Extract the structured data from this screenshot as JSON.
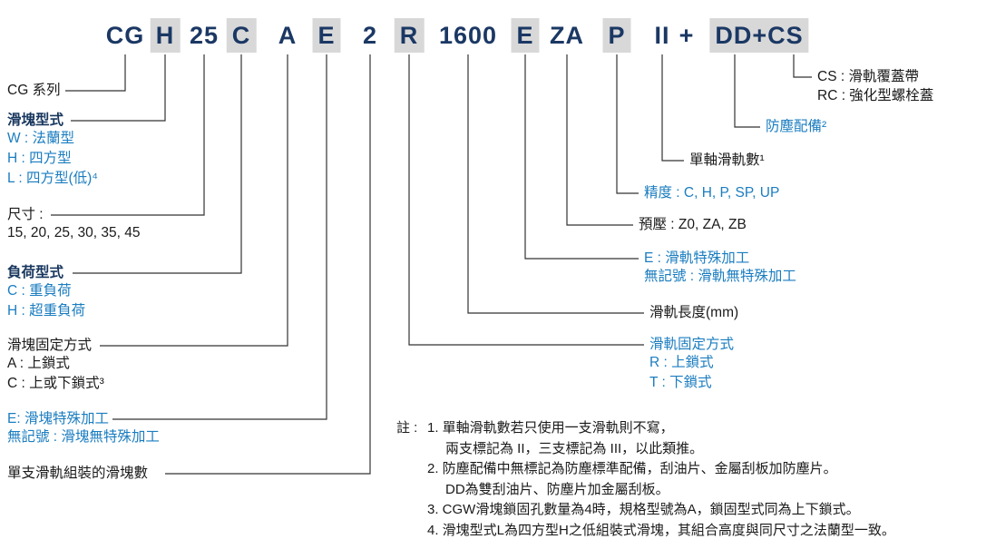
{
  "palette": {
    "code_text": "#1b3864",
    "highlight_bg": "#d8d8d8",
    "label_black": "#1a1a1a",
    "label_navy": "#17365d",
    "label_blue": "#1b7dc0",
    "line_color": "#333333"
  },
  "code": {
    "segments": [
      {
        "text": "CG",
        "highlight": false
      },
      {
        "text": "H",
        "highlight": true
      },
      {
        "text": "25",
        "highlight": false
      },
      {
        "text": "C",
        "highlight": true
      },
      {
        "text": "A",
        "highlight": false
      },
      {
        "text": "E",
        "highlight": true
      },
      {
        "text": "2",
        "highlight": false
      },
      {
        "text": "R",
        "highlight": true
      },
      {
        "text": "1600",
        "highlight": false
      },
      {
        "text": "E",
        "highlight": true
      },
      {
        "text": "ZA",
        "highlight": false
      },
      {
        "text": "P",
        "highlight": true
      },
      {
        "text": "II",
        "highlight": false
      },
      {
        "text": "+",
        "highlight": false
      },
      {
        "text": "DD+CS",
        "highlight": true
      }
    ]
  },
  "callouts": {
    "series": {
      "label": "CG 系列"
    },
    "block_type": {
      "title": "滑塊型式",
      "options": [
        "W : 法蘭型",
        "H : 四方型",
        "L : 四方型(低)⁴"
      ]
    },
    "size": {
      "title": "尺寸 :",
      "values": "15, 20, 25, 30, 35, 45"
    },
    "load_type": {
      "title": "負荷型式",
      "options": [
        "C : 重負荷",
        "H : 超重負荷"
      ]
    },
    "block_mount": {
      "title": "滑塊固定方式",
      "options": [
        "A : 上鎖式",
        "C : 上或下鎖式³"
      ]
    },
    "block_special": {
      "line1": "E: 滑塊特殊加工",
      "line2": "無記號 : 滑塊無特殊加工"
    },
    "blocks_per_rail": {
      "label": "單支滑軌組裝的滑塊數"
    },
    "rail_mount": {
      "title": "滑軌固定方式",
      "options": [
        "R : 上鎖式",
        "T : 下鎖式"
      ]
    },
    "rail_length": {
      "label": "滑軌長度(mm)"
    },
    "rail_special": {
      "line1": "E : 滑軌特殊加工",
      "line2": "無記號 : 滑軌無特殊加工"
    },
    "preload": {
      "label": "預壓 : Z0, ZA, ZB"
    },
    "precision": {
      "label": "精度 : C, H, P, SP, UP"
    },
    "rails_per_axis": {
      "label": "單軸滑軌數¹"
    },
    "dust_proof": {
      "label": "防塵配備²"
    },
    "cover": {
      "line1": "CS : 滑軌覆蓋帶",
      "line2": "RC : 強化型螺栓蓋"
    }
  },
  "notes": {
    "prefix": "註 :",
    "items": [
      "1. 單軸滑軌數若只使用一支滑軌則不寫，",
      "兩支標記為 II，三支標記為 III，以此類推。",
      "2. 防塵配備中無標記為防塵標準配備，刮油片、金屬刮板加防塵片。",
      "DD為雙刮油片、防塵片加金屬刮板。",
      "3. CGW滑塊鎖固孔數量為4時，規格型號為A，鎖固型式同為上下鎖式。",
      "4. 滑塊型式L為四方型H之低組裝式滑塊，其組合高度與同尺寸之法蘭型一致。"
    ]
  }
}
